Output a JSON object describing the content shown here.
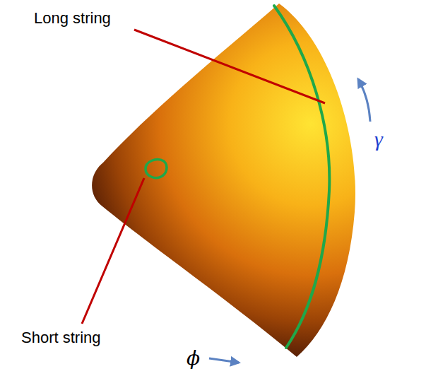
{
  "diagram": {
    "labels": [
      "Long string",
      "Short string",
      "γ",
      "ϕ"
    ]
  }
}
